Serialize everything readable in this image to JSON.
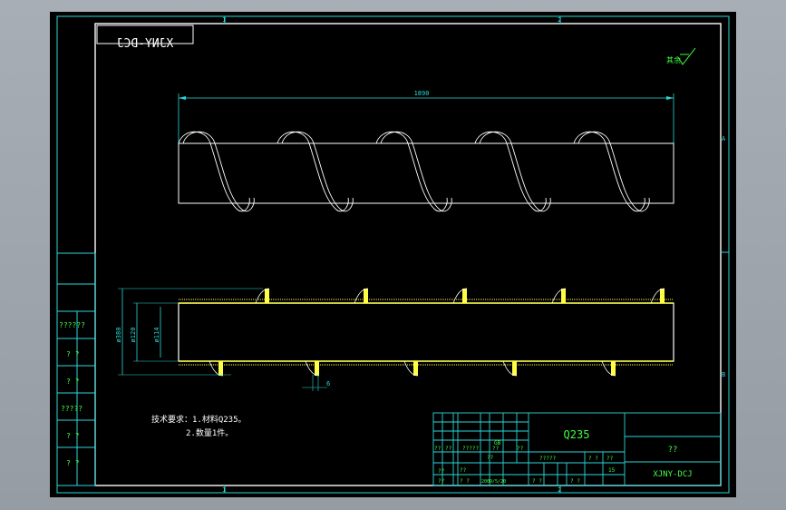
{
  "drawing": {
    "code_mirrored": "XJNY-DCJ",
    "roughness_label": "其余",
    "overall_length": "1890",
    "dim_outer": "ø380",
    "dim_mid": "ø120",
    "dim_shaft": "ø114",
    "dim_thickness": "6",
    "notes": [
      "技术要求：1.材料Q235。",
      "2.数量1件。"
    ]
  },
  "zones": {
    "top": [
      "1",
      "2"
    ],
    "side": [
      "A",
      "B"
    ],
    "bottom": [
      "1",
      "2"
    ]
  },
  "left_strip": [
    "??????",
    "? ?",
    "? ?",
    "?????",
    "? ?",
    "? ?"
  ],
  "title_block": {
    "material": "Q235",
    "name": "??",
    "drawing_no": "XJNY-DCJ",
    "row_a": [
      "??",
      "??",
      "?????",
      "??",
      "??"
    ],
    "row_b": [
      "??",
      "??",
      "??"
    ],
    "mid_labels": [
      "?????",
      "? ?",
      "??",
      "15"
    ],
    "std": "GB",
    "date": "2009/5/20",
    "page": [
      "? ?",
      "? ?"
    ],
    "extra": [
      "??",
      "? ?"
    ]
  },
  "colors": {
    "frame": "#2bd8d8",
    "line": "#ffffff",
    "dim": "#2bd8d8",
    "text": "#d8ffd8",
    "hatch": "#ffff44",
    "green": "#40ff40"
  }
}
